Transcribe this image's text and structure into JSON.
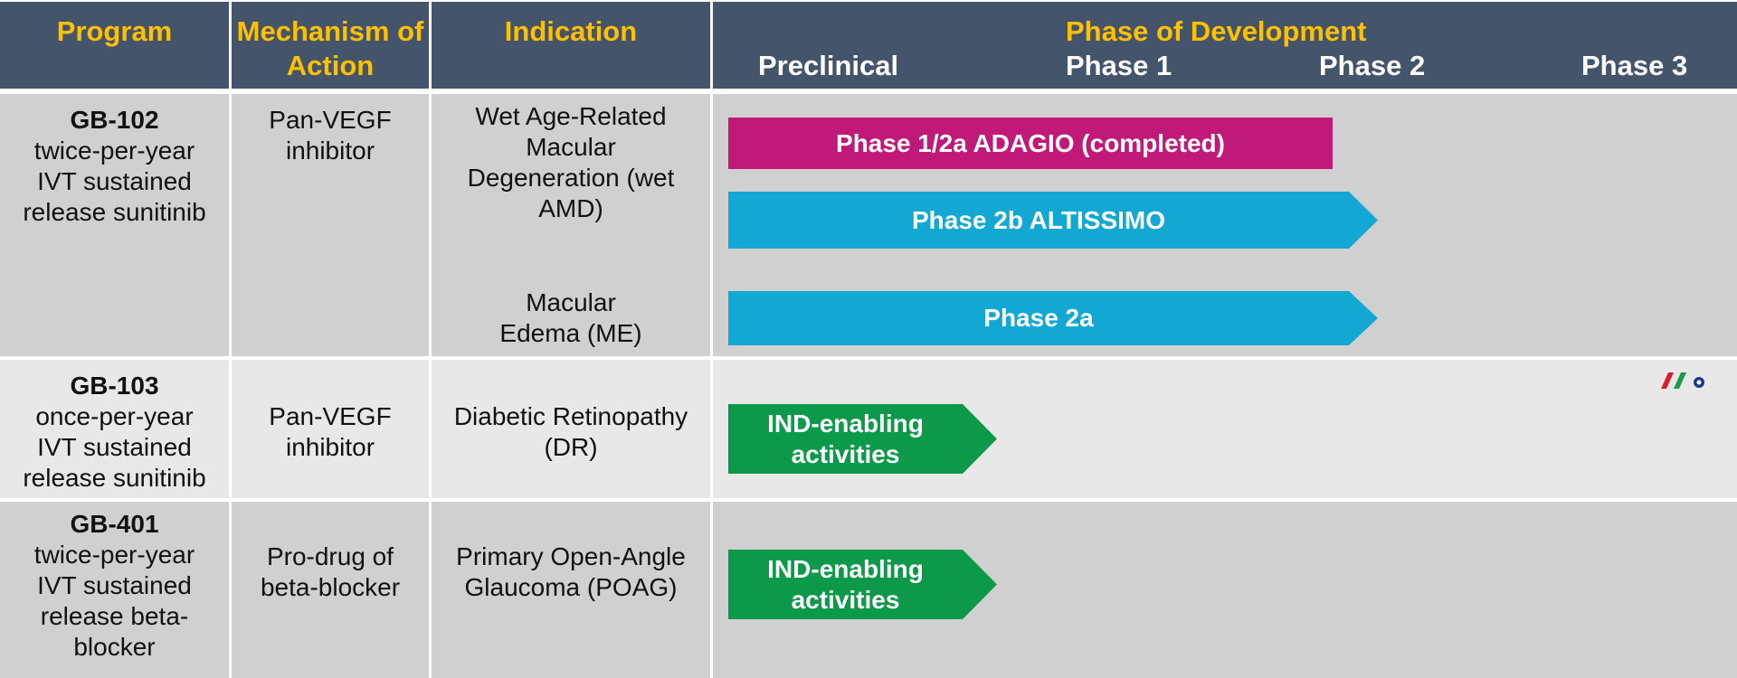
{
  "header": {
    "program": "Program",
    "mechanism": "Mechanism of Action",
    "indication": "Indication",
    "phase_title": "Phase of Development",
    "phases": [
      "Preclinical",
      "Phase 1",
      "Phase 2",
      "Phase 3"
    ]
  },
  "rows": [
    {
      "name": "GB-102",
      "desc": "twice-per-year IVT sustained release sunitinib",
      "mechanism": "Pan-VEGF inhibitor",
      "indications": [
        "Wet Age-Related Macular Degeneration (wet AMD)",
        "Macular Edema (ME)"
      ],
      "bars": [
        {
          "label": "Phase 1/2a ADAGIO (completed)",
          "color": "#c0197a",
          "shape": "rect"
        },
        {
          "label": "Phase 2b ALTISSIMO",
          "color": "#13a8d4",
          "shape": "arrow"
        },
        {
          "label": "Phase 2a",
          "color": "#13a8d4",
          "shape": "arrow"
        }
      ]
    },
    {
      "name": "GB-103",
      "desc": "once-per-year IVT sustained release sunitinib",
      "mechanism": "Pan-VEGF inhibitor",
      "indications": [
        "Diabetic Retinopathy (DR)"
      ],
      "bars": [
        {
          "label": "IND-enabling activities",
          "color": "#0c9a4a",
          "shape": "arrow"
        }
      ]
    },
    {
      "name": "GB-401",
      "desc": "twice-per-year IVT sustained release beta-blocker",
      "mechanism": "Pro-drug of beta-blocker",
      "indications": [
        "Primary Open-Angle Glaucoma (POAG)"
      ],
      "bars": [
        {
          "label": "IND-enabling activities",
          "color": "#0c9a4a",
          "shape": "arrow"
        }
      ]
    }
  ],
  "colors": {
    "header_bg": "#44546a",
    "header_text": "#ffc000",
    "row_dark": "#d0d0d0",
    "row_light": "#e8e8e8",
    "logo_red": "#d42030",
    "logo_green": "#1a9a4a",
    "logo_blue": "#1a3a8a"
  },
  "logo_icon": "company-logo-icon"
}
